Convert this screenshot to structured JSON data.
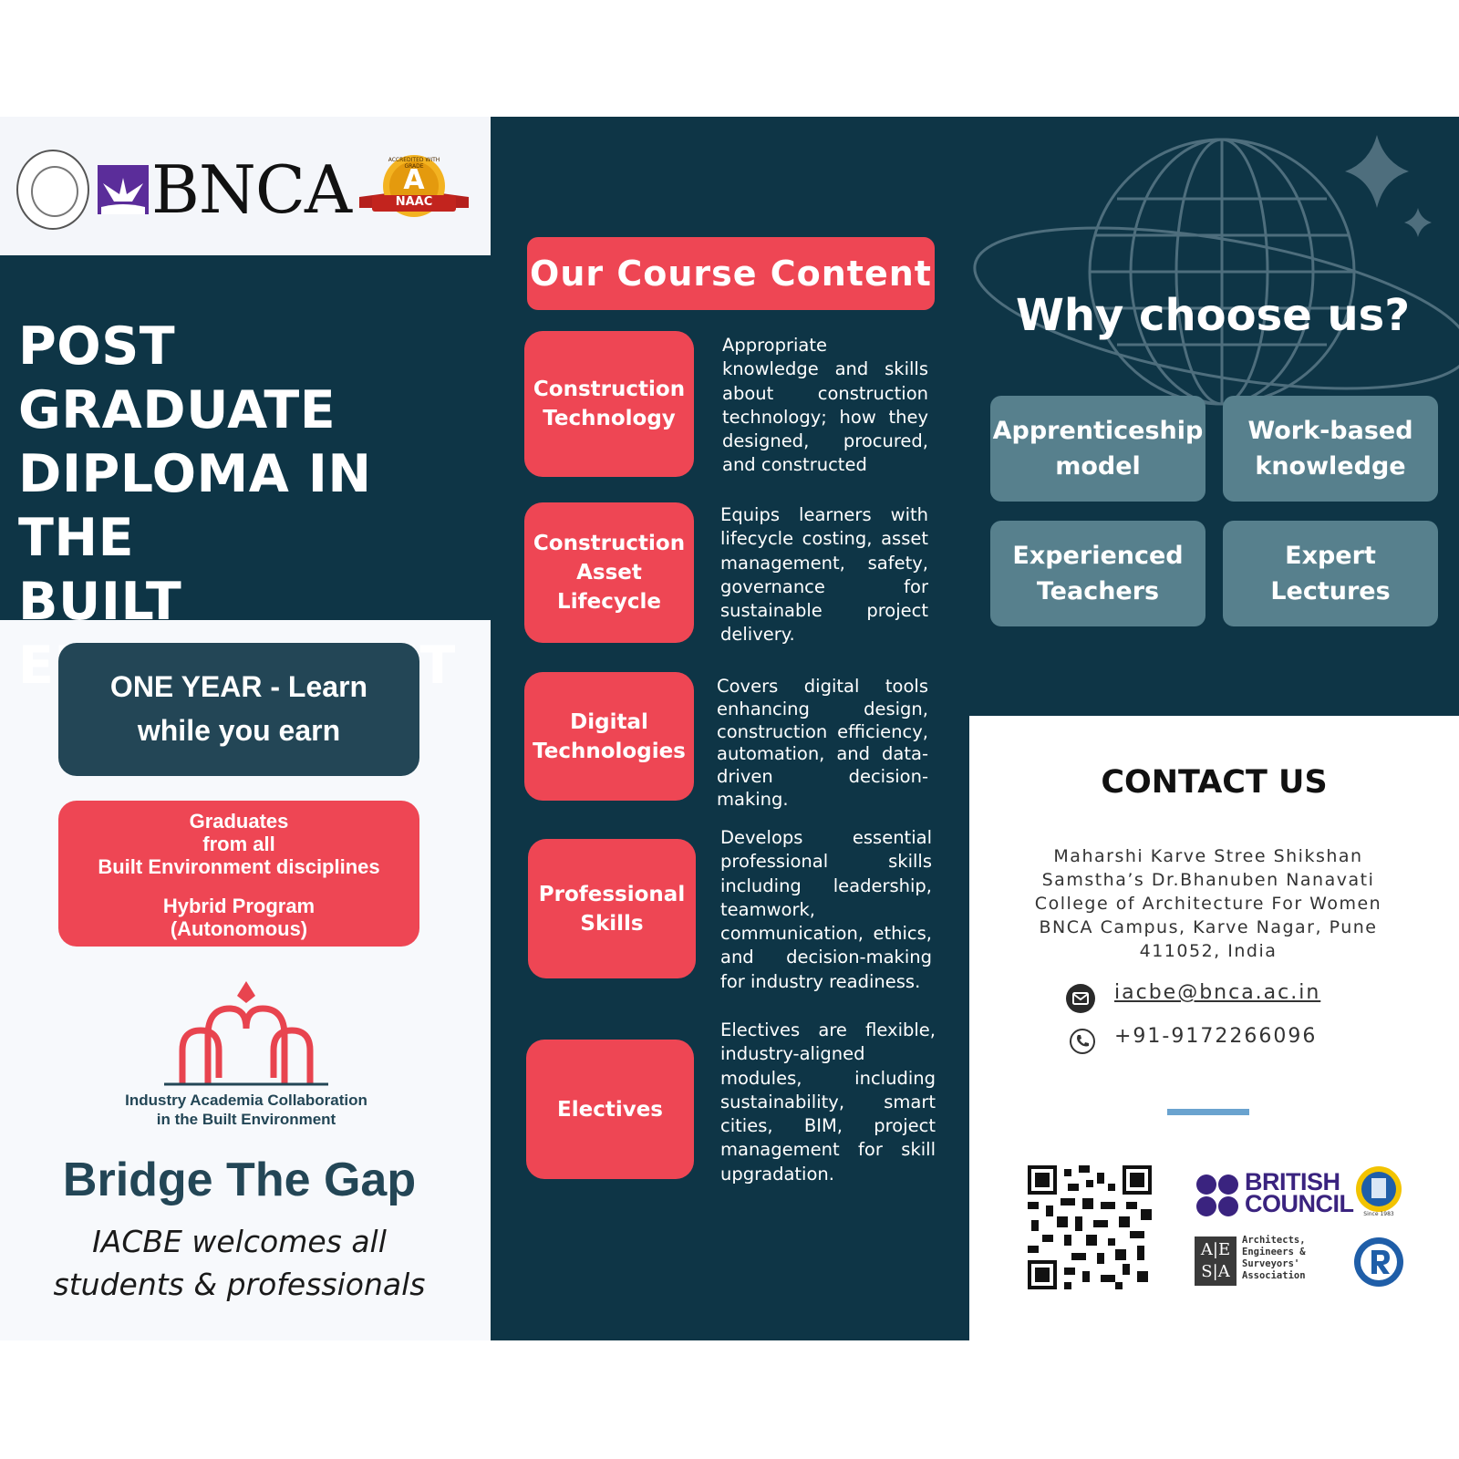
{
  "logos": {
    "brand_word": "BNCA",
    "naac_top": "ACCREDITED WITH GRADE",
    "naac_grade": "A",
    "naac_label": "NAAC"
  },
  "program": {
    "title_lines": [
      "POST GRADUATE",
      "DIPLOMA IN THE",
      "BUILT",
      "ENVIRONMENT"
    ]
  },
  "cards": {
    "one_year": [
      "ONE YEAR - Learn",
      "while you earn"
    ],
    "graduates": [
      "Graduates",
      "from all",
      "Built Environment disciplines"
    ],
    "hybrid": [
      "Hybrid Program",
      "(Autonomous)"
    ]
  },
  "iacbe": {
    "caption": [
      "Industry Academia Collaboration",
      "in the Built Environment"
    ],
    "tagline": "Bridge The Gap",
    "welcome": [
      "IACBE welcomes all",
      "students & professionals"
    ]
  },
  "course": {
    "heading": "Our Course Content",
    "items": [
      {
        "title": [
          "Construction",
          "Technology"
        ],
        "desc": "Appropriate knowledge and skills about construction technology; how they designed, procured, and constructed"
      },
      {
        "title": [
          "Construction",
          "Asset  Lifecycle"
        ],
        "desc": "Equips learners with lifecycle costing, asset management, safety, governance for sustainable project delivery."
      },
      {
        "title": [
          "Digital",
          "Technologies"
        ],
        "desc": "Covers digital tools enhancing design, construction efficiency, automation, and data-driven decision-making."
      },
      {
        "title": [
          "Professional",
          "Skills"
        ],
        "desc": "Develops essential professional skills including leadership, teamwork, communication, ethics, and decision-making for industry readiness."
      },
      {
        "title": [
          "Electives"
        ],
        "desc": "Electives are flexible, industry-aligned modules, including sustainability, smart cities, BIM, project management for skill upgradation."
      }
    ]
  },
  "why": {
    "heading": "Why choose us?",
    "items": [
      [
        "Apprenticeship",
        "model"
      ],
      [
        "Work-based",
        "knowledge"
      ],
      [
        "Experienced",
        "Teachers"
      ],
      [
        "Expert",
        "Lectures"
      ]
    ]
  },
  "contact": {
    "heading": "CONTACT US",
    "address": [
      "Maharshi Karve Stree Shikshan",
      "Samstha’s Dr.Bhanuben Nanavati",
      "College of Architecture For Women",
      "BNCA Campus, Karve Nagar, Pune",
      "411052, India"
    ],
    "email": "iacbe@bnca.ac.in",
    "phone": "+91-9172266096"
  },
  "partners": {
    "british_council": [
      "BRITISH",
      "COUNCIL"
    ],
    "aesa_mark": [
      "A|E",
      "S|A"
    ],
    "aesa_text": [
      "Architects,",
      "Engineers &",
      "Surveyors'",
      "Association"
    ],
    "seal_since": "Since 1983"
  },
  "colors": {
    "navy": "#0e3546",
    "red": "#ee4654",
    "slate": "#57808d",
    "card_dark": "#234656"
  }
}
